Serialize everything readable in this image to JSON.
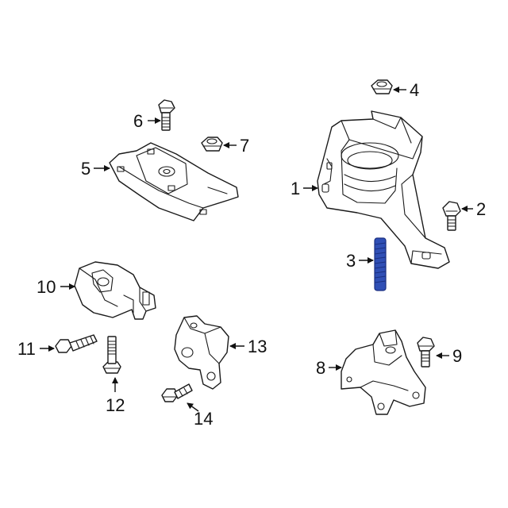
{
  "colors": {
    "background": "#ffffff",
    "line": "#1a1a1a",
    "highlight": "#2f4fb5"
  },
  "diagram": {
    "callouts": {
      "c1": "1",
      "c2": "2",
      "c3": "3",
      "c4": "4",
      "c5": "5",
      "c6": "6",
      "c7": "7",
      "c8": "8",
      "c9": "9",
      "c10": "10",
      "c11": "11",
      "c12": "12",
      "c13": "13",
      "c14": "14"
    },
    "highlighted_part": "3"
  }
}
